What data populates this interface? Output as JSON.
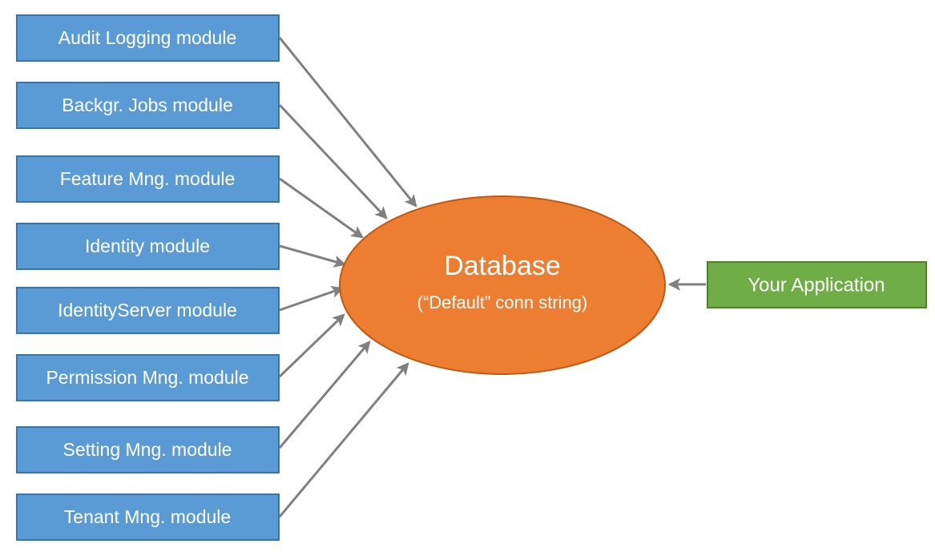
{
  "diagram": {
    "type": "architecture-diagram",
    "title_text": "",
    "colors": {
      "module_fill": "#5B9BD5",
      "module_stroke": "#41719C",
      "database_fill": "#ED7D31",
      "database_stroke": "#C15911",
      "application_fill": "#70AD47",
      "application_stroke": "#507E32",
      "connector": "#808080",
      "text": "#FFFFFF",
      "background": "#FFFFFF"
    },
    "modules": [
      {
        "label": "Audit Logging module"
      },
      {
        "label": "Backgr. Jobs module"
      },
      {
        "label": "Feature Mng. module"
      },
      {
        "label": "Identity module"
      },
      {
        "label": "IdentityServer module"
      },
      {
        "label": "Permission Mng. module"
      },
      {
        "label": "Setting Mng. module"
      },
      {
        "label": "Tenant Mng. module"
      }
    ],
    "database": {
      "title": "Database",
      "subtitle": "(“Default” conn string)"
    },
    "application": {
      "label": "Your Application"
    }
  }
}
